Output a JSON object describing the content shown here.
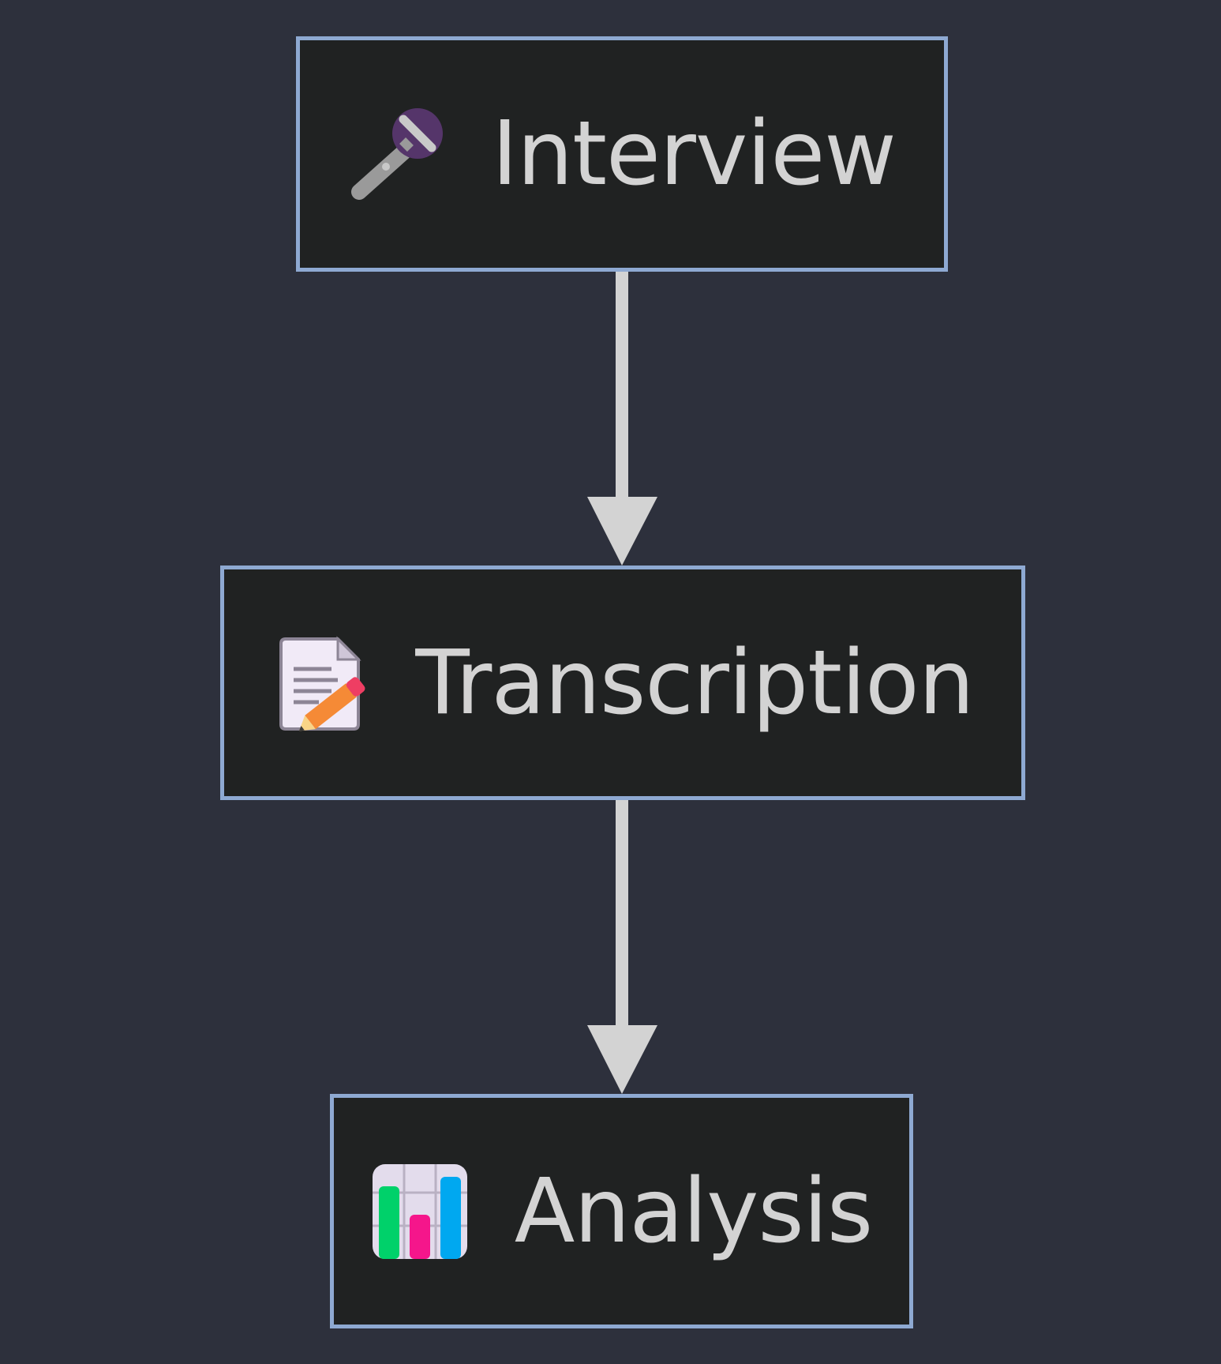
{
  "diagram": {
    "type": "flowchart",
    "direction": "top-to-bottom",
    "colors": {
      "background": "#2d303c",
      "node_fill": "#202222",
      "node_border": "#8ea9d2",
      "text": "#d3d3d3",
      "edge": "#d3d3d3"
    },
    "nodes": [
      {
        "id": "interview",
        "icon": "microphone-icon",
        "label": "Interview"
      },
      {
        "id": "transcription",
        "icon": "memo-pencil-icon",
        "label": "Transcription"
      },
      {
        "id": "analysis",
        "icon": "bar-chart-icon",
        "label": "Analysis"
      }
    ],
    "edges": [
      {
        "from": "interview",
        "to": "transcription"
      },
      {
        "from": "transcription",
        "to": "analysis"
      }
    ]
  }
}
